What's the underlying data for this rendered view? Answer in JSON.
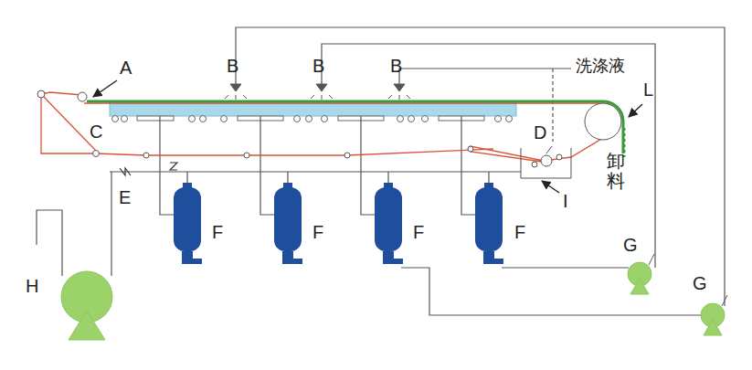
{
  "diagram": {
    "labels": [
      "A",
      "B",
      "B",
      "B",
      "洗涤液",
      "L",
      "C",
      "D",
      "卸料",
      "E",
      "F",
      "F",
      "F",
      "F",
      "I",
      "G",
      "G",
      "H"
    ]
  }
}
